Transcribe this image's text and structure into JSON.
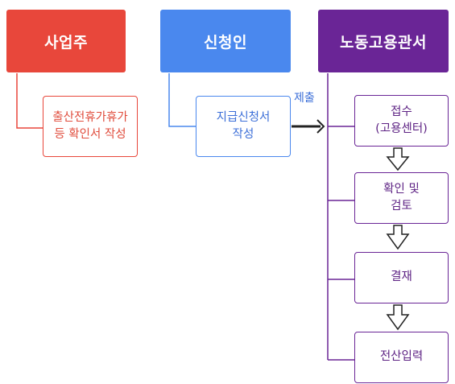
{
  "colors": {
    "employer": "#e8473b",
    "applicant": "#4a88ee",
    "office": "#6a2596",
    "employer_box_text": "#e04c3c",
    "applicant_box_text": "#3c6fd8",
    "office_box_text": "#5e2384"
  },
  "columns": {
    "employer": {
      "title": "사업주",
      "task": "출산전휴가휴가\n등 확인서 작성"
    },
    "applicant": {
      "title": "신청인",
      "task": "지급신청서\n작성",
      "submit_label": "제출"
    },
    "office": {
      "title": "노동고용관서",
      "steps": [
        "접수\n(고용센터)",
        "확인 및\n검토",
        "결재",
        "전산입력"
      ]
    }
  }
}
